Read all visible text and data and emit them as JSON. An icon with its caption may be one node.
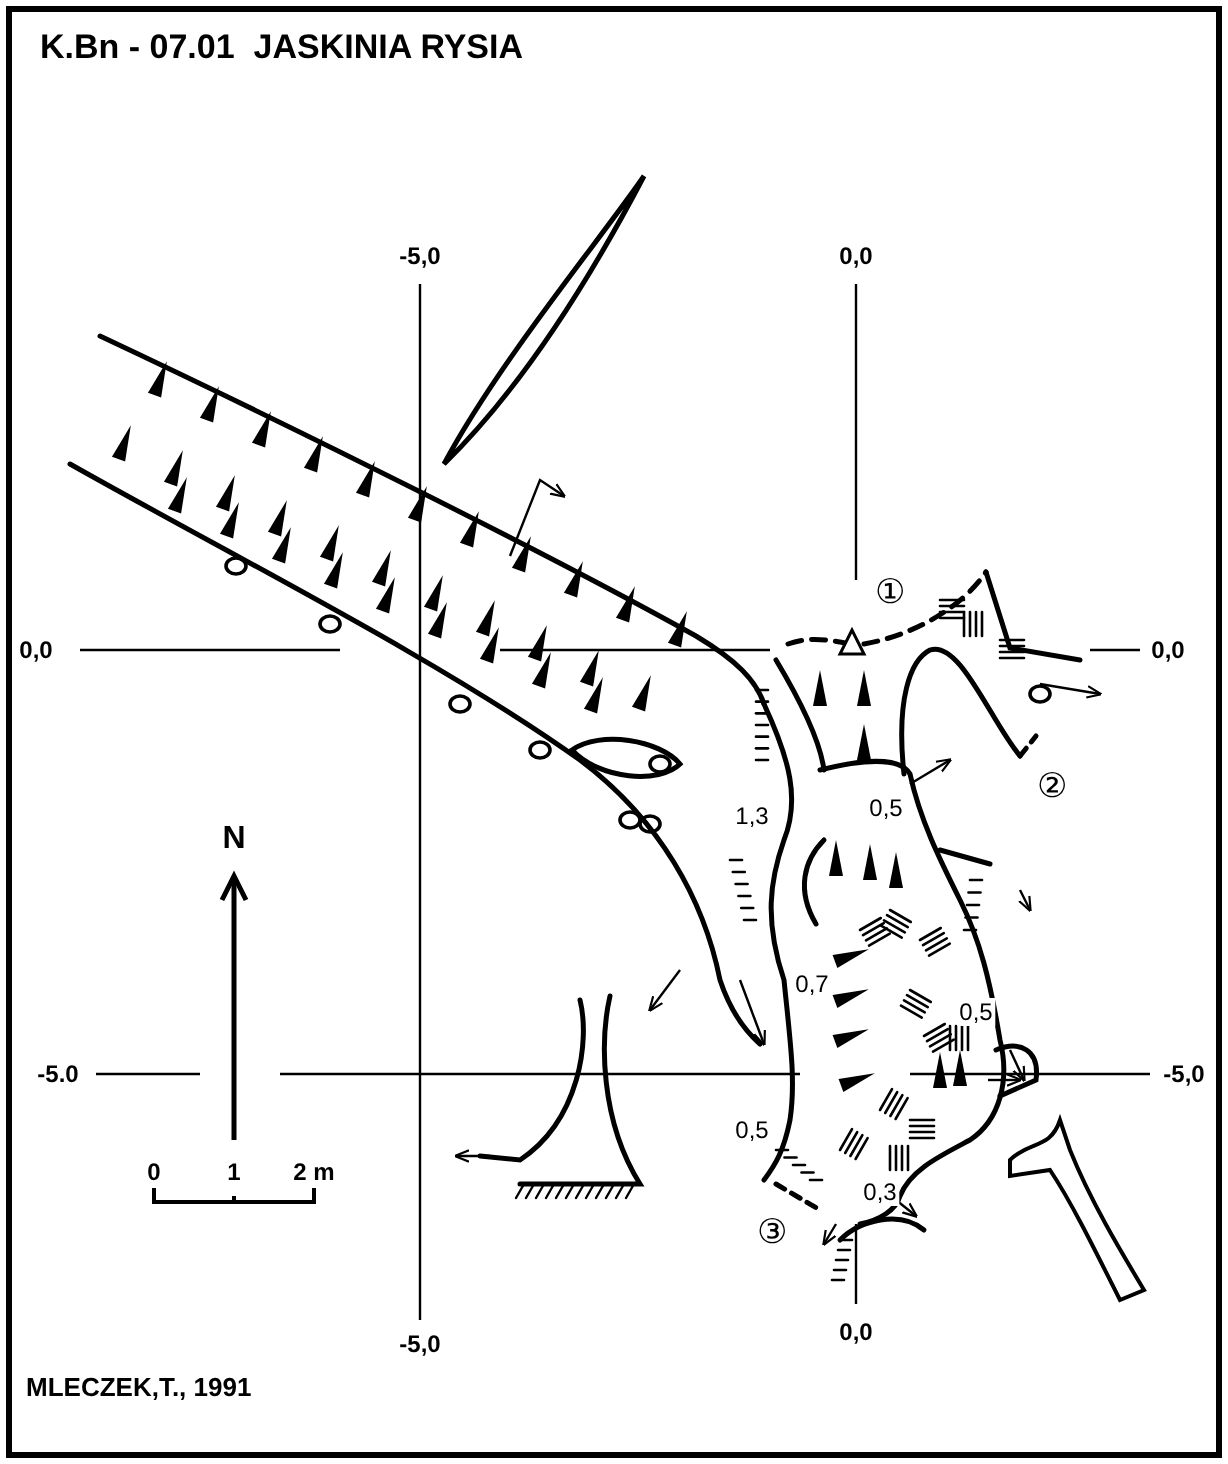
{
  "diagram": {
    "title": "K.Bn - 07.01  JASKINIA RYSIA",
    "caption": "MLECZEK,T., 1991",
    "labels": [
      "-5,0",
      "0,0",
      "①",
      "0,0",
      "0,0",
      "②",
      "1,3",
      "0,5",
      "N",
      "0,7",
      "0,5",
      "-5.0",
      "-5,0",
      "0,5",
      "0",
      "1",
      "2 m",
      "0,3",
      "③",
      "-5,0",
      "0,0"
    ]
  }
}
